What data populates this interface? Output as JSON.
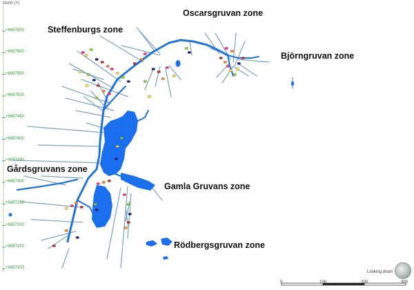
{
  "map": {
    "north_axis_title": "North (Y)",
    "north_ticks": [
      "+6697650",
      "+6697600",
      "+6697550",
      "+6697500",
      "+6697450",
      "+6697400",
      "+6697350",
      "+6697300",
      "+6697250",
      "+6697200",
      "+6697150",
      "+6697100"
    ],
    "zones": {
      "oscarsgruvan": "Oscarsgruvan zone",
      "steffenburgs": "Steffenburgs zone",
      "bjorngruvan": "Björngruvan zone",
      "gardsgruvans": "Gårdsgruvans zone",
      "gamla_gruvans": "Gamla Gruvans zone",
      "rodbergsgruvan": "Rödbergsgruvan zone"
    },
    "view_label": "Looking down",
    "scale_labels": [
      "0",
      "100",
      "200",
      "300"
    ]
  },
  "colors": {
    "tunnel": "#1f74d6",
    "orebody": "#1a6ff0",
    "drillhole": "#7fa6c2",
    "tick_green": "#2e9b2e",
    "sample_colors": [
      "#ff2f8d",
      "#ffe14a",
      "#8bd43a",
      "#1b1b8a",
      "#c03030",
      "#ff8a2a"
    ]
  }
}
